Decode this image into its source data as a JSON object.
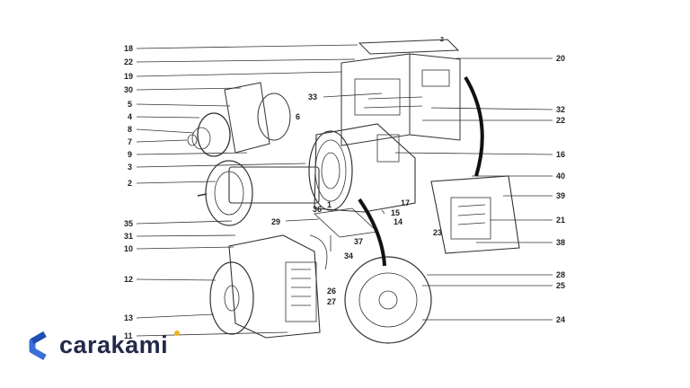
{
  "labels": [
    {
      "id": "18",
      "text": "18"
    },
    {
      "id": "22a",
      "text": "22"
    },
    {
      "id": "19",
      "text": "19"
    },
    {
      "id": "30",
      "text": "30"
    },
    {
      "id": "5",
      "text": "5"
    },
    {
      "id": "4",
      "text": "4"
    },
    {
      "id": "8",
      "text": "8"
    },
    {
      "id": "7",
      "text": "7"
    },
    {
      "id": "9",
      "text": "9"
    },
    {
      "id": "3",
      "text": "3"
    },
    {
      "id": "2a",
      "text": "2"
    },
    {
      "id": "35",
      "text": "35"
    },
    {
      "id": "31",
      "text": "31"
    },
    {
      "id": "10",
      "text": "10"
    },
    {
      "id": "12",
      "text": "12"
    },
    {
      "id": "13",
      "text": "13"
    },
    {
      "id": "11",
      "text": "11"
    },
    {
      "id": "33",
      "text": "33"
    },
    {
      "id": "6",
      "text": "6"
    },
    {
      "id": "20",
      "text": "20"
    },
    {
      "id": "2b",
      "text": "2"
    },
    {
      "id": "32",
      "text": "32"
    },
    {
      "id": "22b",
      "text": "22"
    },
    {
      "id": "16",
      "text": "16"
    },
    {
      "id": "40",
      "text": "40"
    },
    {
      "id": "39",
      "text": "39"
    },
    {
      "id": "21",
      "text": "21"
    },
    {
      "id": "23",
      "text": "23"
    },
    {
      "id": "38",
      "text": "38"
    },
    {
      "id": "17",
      "text": "17"
    },
    {
      "id": "36",
      "text": "36"
    },
    {
      "id": "1",
      "text": "1"
    },
    {
      "id": "15",
      "text": "15"
    },
    {
      "id": "14",
      "text": "14"
    },
    {
      "id": "29",
      "text": "29"
    },
    {
      "id": "37",
      "text": "37"
    },
    {
      "id": "34",
      "text": "34"
    },
    {
      "id": "28",
      "text": "28"
    },
    {
      "id": "26",
      "text": "26"
    },
    {
      "id": "25",
      "text": "25"
    },
    {
      "id": "27",
      "text": "27"
    },
    {
      "id": "24",
      "text": "24"
    }
  ],
  "logo": {
    "text": "carakami",
    "accent_color": "#f2b51c",
    "icon_color": "#3a6fd8",
    "text_color": "#232a4a"
  }
}
